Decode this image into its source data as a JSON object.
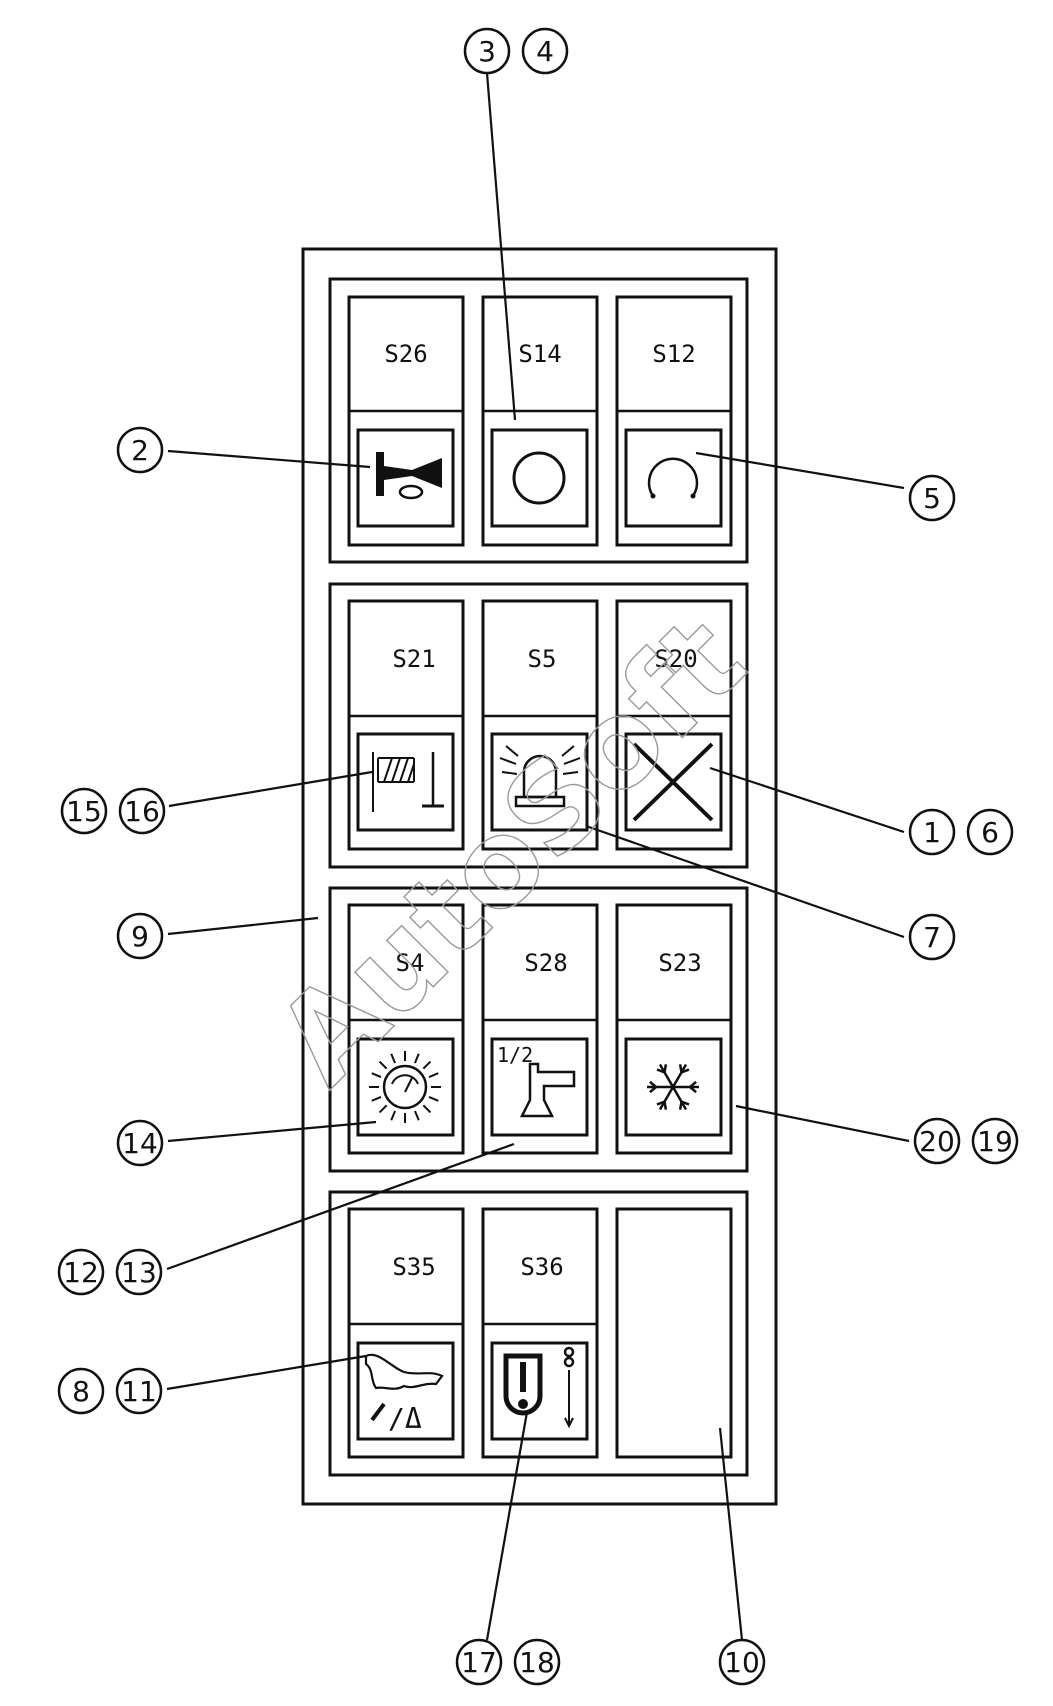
{
  "watermark": "AutoSoft",
  "switch_groups": [
    {
      "switches": [
        {
          "label": "S26",
          "icon": "horn-icon"
        },
        {
          "label": "S14",
          "icon": "circle-icon"
        },
        {
          "label": "S12",
          "icon": "open-circle-icon"
        }
      ]
    },
    {
      "switches": [
        {
          "label": "S21",
          "icon": "barrier-icon"
        },
        {
          "label": "S5",
          "icon": "beacon-light-icon"
        },
        {
          "label": "S20",
          "icon": "cross-icon"
        }
      ]
    },
    {
      "switches": [
        {
          "label": "S4",
          "icon": "work-light-icon"
        },
        {
          "label": "S28",
          "icon": "half-rail-icon",
          "icon_text": "1/2"
        },
        {
          "label": "S23",
          "icon": "snowflake-icon"
        }
      ]
    },
    {
      "switches": [
        {
          "label": "S35",
          "icon": "rabbit-speed-icon",
          "icon_text": "/Δ"
        },
        {
          "label": "S36",
          "icon": "hydraulic-icon"
        },
        {
          "label": "",
          "icon": "blank-plate"
        }
      ]
    }
  ],
  "callouts": [
    {
      "numbers": [
        "3",
        "4"
      ]
    },
    {
      "numbers": [
        "2"
      ]
    },
    {
      "numbers": [
        "5"
      ]
    },
    {
      "numbers": [
        "15",
        "16"
      ]
    },
    {
      "numbers": [
        "1",
        "6"
      ]
    },
    {
      "numbers": [
        "7"
      ]
    },
    {
      "numbers": [
        "9"
      ]
    },
    {
      "numbers": [
        "14"
      ]
    },
    {
      "numbers": [
        "20",
        "19"
      ]
    },
    {
      "numbers": [
        "12",
        "13"
      ]
    },
    {
      "numbers": [
        "8",
        "11"
      ]
    },
    {
      "numbers": [
        "17",
        "18"
      ]
    },
    {
      "numbers": [
        "10"
      ]
    }
  ]
}
